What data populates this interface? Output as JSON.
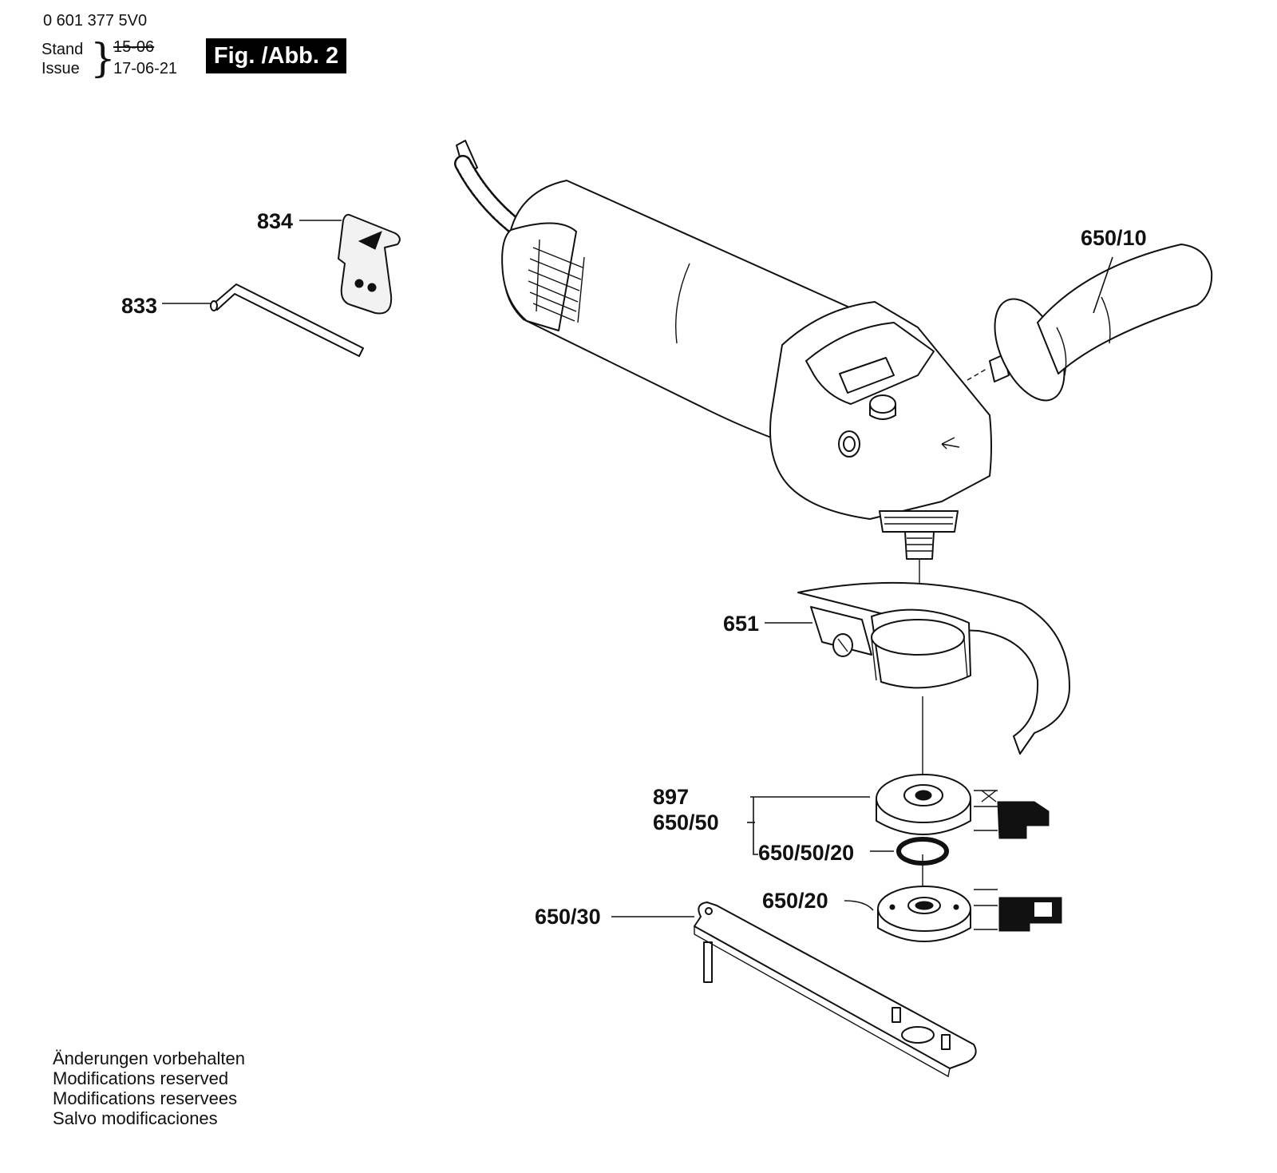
{
  "header": {
    "part_number": "0 601 377 5V0",
    "stand_label": "Stand",
    "issue_label": "Issue",
    "stand_date_old": "15-06",
    "issue_date": "17-06-21",
    "figure_title": "Fig. /Abb. 2"
  },
  "callouts": {
    "c834": "834",
    "c833": "833",
    "c650_10": "650/10",
    "c651": "651",
    "c897": "897",
    "c650_50": "650/50",
    "c650_50_20": "650/50/20",
    "c650_20": "650/20",
    "c650_30": "650/30"
  },
  "footer": {
    "line_de": "Änderungen vorbehalten",
    "line_en": "Modifications reserved",
    "line_fr": "Modifications reservees",
    "line_es": "Salvo modificaciones"
  }
}
